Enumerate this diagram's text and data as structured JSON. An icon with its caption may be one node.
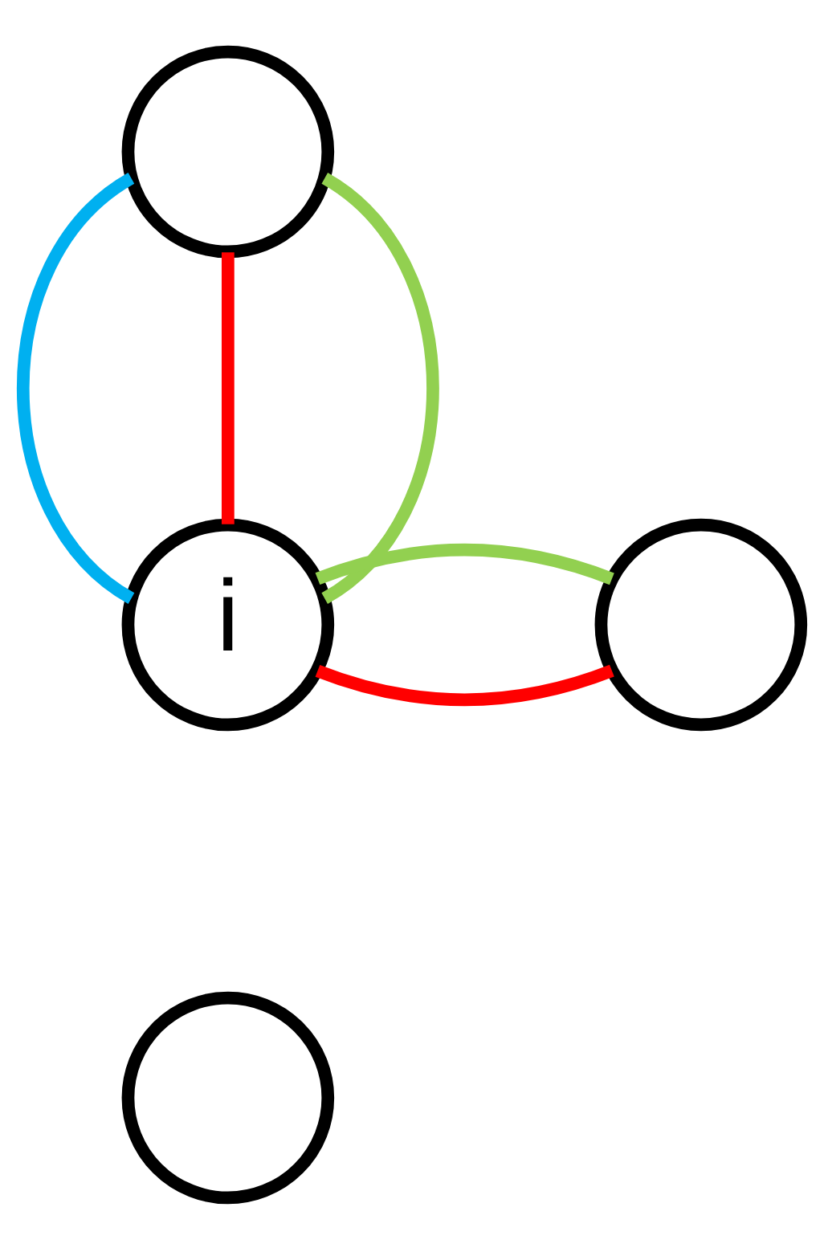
{
  "diagram": {
    "nodes": [
      {
        "text": [],
        "shape": "circle"
      },
      {
        "text": [
          "i"
        ]
      },
      {
        "text": [],
        "shape": "circle"
      },
      {
        "text": [],
        "shape": "circle"
      }
    ],
    "edges": [
      {
        "from": 0,
        "to": 1,
        "arrow": "none",
        "color": "#00b0f0"
      },
      {
        "from": 0,
        "to": 1,
        "arrow": "none",
        "color": "#ff0000"
      },
      {
        "from": 0,
        "to": 1,
        "arrow": "none",
        "color": "#92d050"
      },
      {
        "from": 1,
        "to": 2,
        "arrow": "none",
        "color": "#ff0000"
      },
      {
        "from": 1,
        "to": 2,
        "arrow": "none",
        "color": "#92d050"
      }
    ]
  }
}
